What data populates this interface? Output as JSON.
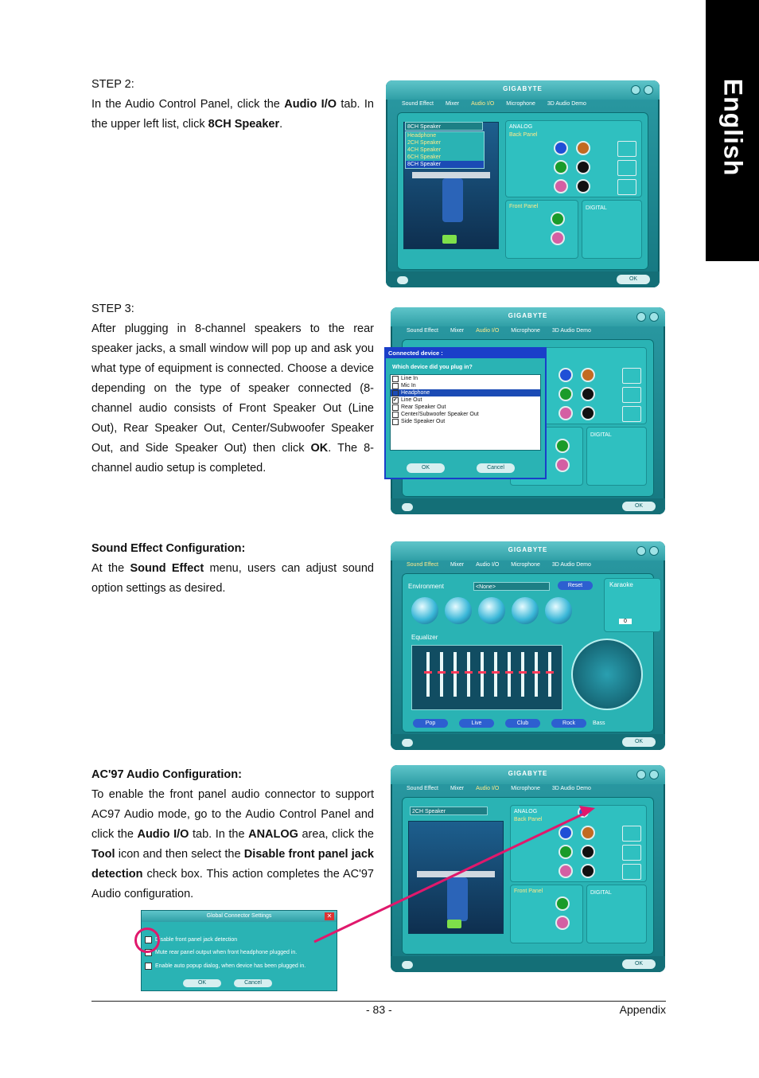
{
  "side_tab": "English",
  "step2": {
    "heading": "STEP 2:",
    "t1": "In the Audio Control Panel, click the ",
    "b1": "Audio I/O",
    "t2": " tab. In the upper left list, click ",
    "b2": "8CH Speaker",
    "t3": "."
  },
  "step3": {
    "heading": "STEP 3:",
    "t1": "After plugging in 8-channel speakers to the rear speaker jacks, a small window will pop up and ask you what type of equipment is connected. Choose a device depending on the type of speaker connected (8-channel audio consists of Front Speaker Out (Line Out), Rear Speaker Out, Center/Subwoofer Speaker Out, and Side Speaker Out) then click ",
    "b1": "OK",
    "t2": ". The 8-channel audio setup is completed."
  },
  "sound_effect": {
    "heading": "Sound Effect Configuration:",
    "t1": "At the ",
    "b1": "Sound Effect",
    "t2": " menu, users can adjust sound option settings as desired."
  },
  "ac97": {
    "heading": "AC'97 Audio Configuration:",
    "t1": "To enable the front panel audio connector to support AC97 Audio mode, go to the Audio Control Panel and click the ",
    "b1": "Audio I/O",
    "t2": " tab. In the ",
    "b2": "ANALOG",
    "t3": " area, click the ",
    "b3": "Tool",
    "t4": " icon and then select the ",
    "b4": "Disable front panel jack detection",
    "t5": " check box. This action completes the AC'97 Audio configuration."
  },
  "panel": {
    "logo": "GIGABYTE",
    "tabs": [
      "Sound Effect",
      "Mixer",
      "Audio I/O",
      "Microphone",
      "3D Audio Demo"
    ],
    "ok": "OK",
    "analog": "ANALOG",
    "back_panel": "Back Panel",
    "front_panel": "Front Panel",
    "digital": "DIGITAL",
    "speaker_selected": "8CH Speaker",
    "speaker_options": [
      "Headphone",
      "2CH Speaker",
      "4CH Speaker",
      "6CH Speaker",
      "8CH Speaker"
    ],
    "speaker_ac97": "2CH Speaker"
  },
  "dialog": {
    "title": "Connected device :",
    "question": "Which device did you plug in?",
    "devices": [
      "Line In",
      "Mic In",
      "Headphone",
      "Line Out",
      "Rear Speaker Out",
      "Center/Subwoofer Speaker Out",
      "Side Speaker Out"
    ],
    "ok": "OK",
    "cancel": "Cancel"
  },
  "effect_panel": {
    "environment": "Environment",
    "env_value": "<None>",
    "reset": "Reset",
    "karaoke": "Karaoke",
    "karaoke_value": "0",
    "equalizer": "Equalizer",
    "presets": [
      "Pop",
      "Live",
      "Club",
      "Rock"
    ],
    "bass": "Bass"
  },
  "settings_dialog": {
    "title": "Global Connector Settings",
    "options": [
      "Disable front panel jack detection",
      "Mute rear panel output when front headphone plugged in.",
      "Enable auto popup dialog, when device has been plugged in."
    ],
    "ok": "OK",
    "cancel": "Cancel"
  },
  "footer": {
    "page": "- 83 -",
    "section": "Appendix"
  },
  "colors": {
    "arrow": "#e0186c",
    "tab_bg": "#000000"
  }
}
